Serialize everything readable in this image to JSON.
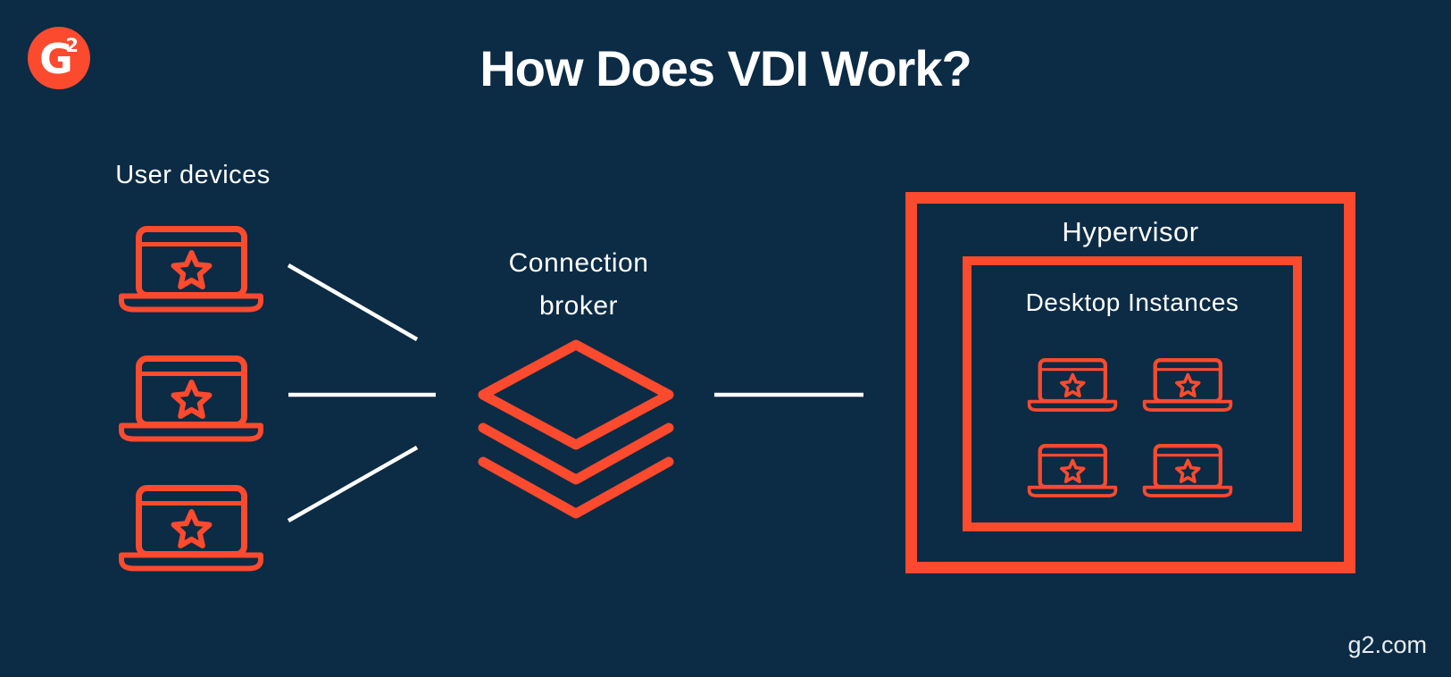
{
  "colors": {
    "background": "#0C2B45",
    "accent": "#FB4A2E",
    "text": "#FFFFFF",
    "connector": "#FFFFFF",
    "watermark_text": "#E9EEF2"
  },
  "logo": {
    "letter": "G",
    "superscript": "2"
  },
  "header": {
    "title": "How Does VDI Work?"
  },
  "diagram": {
    "user_devices": {
      "label": "User devices",
      "device_count": 3,
      "icon": "laptop-icon"
    },
    "connection_broker": {
      "label_line1": "Connection",
      "label_line2": "broker",
      "icon": "layers-icon"
    },
    "hypervisor": {
      "label": "Hypervisor"
    },
    "desktop_instances": {
      "label": "Desktop Instances",
      "instance_count": 4,
      "icon": "laptop-icon"
    }
  },
  "footer": {
    "watermark": "g2.com"
  }
}
